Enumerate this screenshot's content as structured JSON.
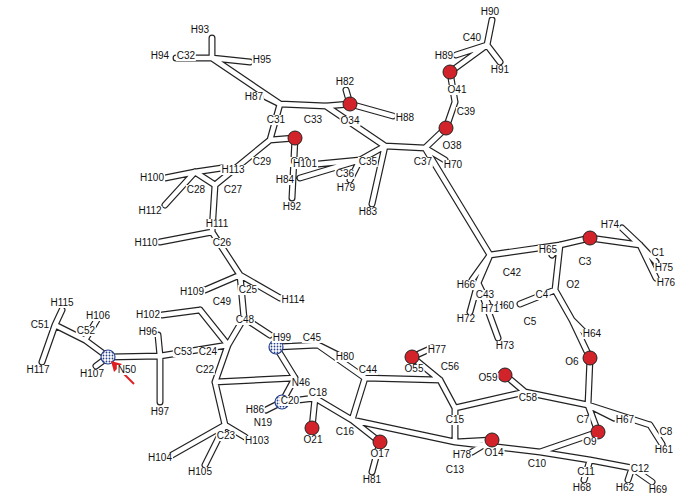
{
  "diagram": {
    "labels": [
      "H90",
      "H93",
      "C40",
      "H89",
      "H94",
      "C32",
      "H95",
      "H91",
      "H82",
      "O41",
      "H87",
      "C39",
      "H88",
      "C31",
      "C33",
      "O34",
      "O38",
      "C29",
      "O30",
      "C35",
      "C37",
      "H101",
      "H70",
      "H113",
      "C36",
      "H100",
      "H84",
      "H79",
      "C28",
      "C27",
      "H92",
      "H112",
      "H83",
      "H111",
      "H65",
      "H110",
      "C26",
      "H74",
      "C1",
      "C3",
      "H75",
      "C42",
      "H66",
      "O2",
      "H76",
      "C25",
      "H109",
      "C43",
      "C4",
      "H114",
      "C49",
      "H115",
      "H60",
      "H71",
      "H102",
      "H106",
      "C48",
      "H72",
      "C5",
      "C51",
      "C52",
      "H96",
      "H64",
      "H99",
      "C45",
      "H73",
      "H77",
      "C53",
      "C24",
      "H80",
      "O6",
      "C56",
      "O55",
      "H117",
      "H107",
      "N50",
      "C22",
      "C44",
      "O59",
      "N46",
      "C18",
      "C58",
      "C20",
      "H86",
      "H97",
      "C15",
      "C7",
      "H67",
      "N19",
      "C16",
      "C8",
      "C23",
      "O21",
      "O9",
      "H103",
      "H61",
      "O17",
      "O14",
      "H78",
      "H104",
      "C10",
      "C12",
      "C13",
      "C11",
      "H105",
      "H81",
      "H68",
      "H62",
      "H69"
    ]
  }
}
